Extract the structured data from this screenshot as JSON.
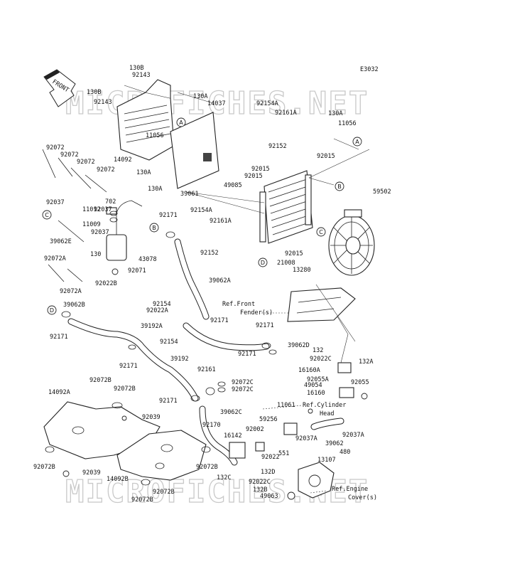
{
  "diagram_code": "E3032",
  "watermark": "MICROFICHES.NET",
  "front_arrow": "FRONT",
  "callouts": [
    "A",
    "B",
    "C",
    "D"
  ],
  "ref_notes": {
    "fender": [
      "Ref.Front",
      "Fender(s)"
    ],
    "cylinder_head": [
      "Ref.Cylinder",
      "Head"
    ],
    "engine_cover": [
      "Ref.Engine",
      "Cover(s)"
    ]
  },
  "part_labels": [
    "130B",
    "92143",
    "130B",
    "92143",
    "130A",
    "14037",
    "11056",
    "14092",
    "130A",
    "130A",
    "92072",
    "92072",
    "92072",
    "92072",
    "92037",
    "702",
    "11012",
    "92037",
    "11009",
    "92037",
    "39062E",
    "130",
    "43078",
    "92071",
    "92022B",
    "92072A",
    "92072A",
    "92171",
    "92154A",
    "92161A",
    "92152",
    "39061",
    "49085",
    "92015",
    "92015",
    "92154A",
    "92161A",
    "92152",
    "130A",
    "11056",
    "92015",
    "59502",
    "92015",
    "21008",
    "13280",
    "39062A",
    "92154",
    "92022A",
    "92171",
    "39192A",
    "92171",
    "92171",
    "39062D",
    "132",
    "92022C",
    "132A",
    "16160A",
    "92055A",
    "49054",
    "92055",
    "16160",
    "39062B",
    "92171",
    "92154",
    "39192",
    "92171",
    "92161",
    "92072C",
    "92072C",
    "92171",
    "39062C",
    "92072B",
    "92072B",
    "92039",
    "14092A",
    "92072B",
    "92039",
    "14092B",
    "92072B",
    "92072B",
    "92072B",
    "92170",
    "16142",
    "92002",
    "59256",
    "11061",
    "92022",
    "551",
    "132C",
    "132D",
    "92022C",
    "132B",
    "49063",
    "13107",
    "480",
    "92037A",
    "39062",
    "92037A"
  ]
}
